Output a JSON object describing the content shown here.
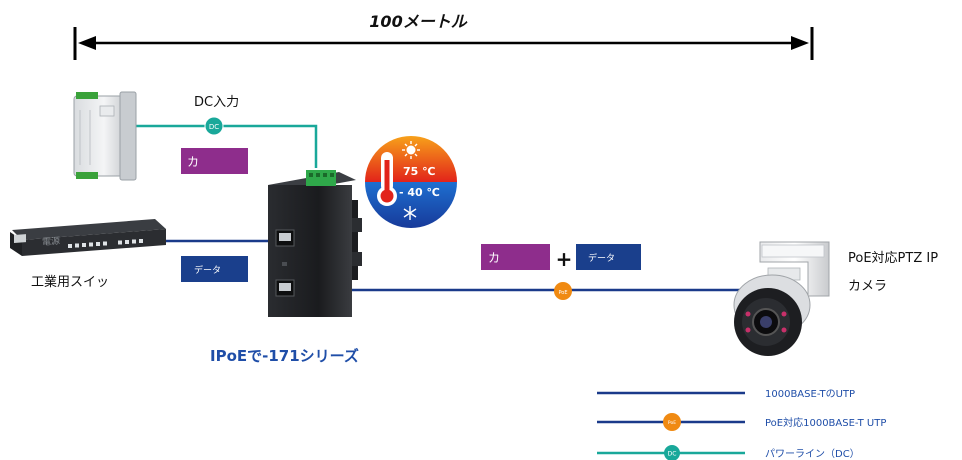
{
  "distance": {
    "label": "100メートル"
  },
  "power_supply": {
    "input_label": "DC入力",
    "badge": "DC",
    "power_tag": "カ"
  },
  "switch": {
    "label": "工業用スイッ",
    "brand_text": "電源",
    "data_tag": "データ"
  },
  "injector": {
    "label": "IPoEで-171シリーズ"
  },
  "temperature": {
    "high": "75 ℃",
    "low": "- 40 ℃"
  },
  "poe_link": {
    "power_tag": "カ",
    "plus": "+",
    "data_tag": "データ",
    "badge": "PoE"
  },
  "camera": {
    "label_line1": "PoE対応PTZ IP",
    "label_line2": "カメラ"
  },
  "legend": {
    "items": [
      {
        "label": "1000BASE-TのUTP",
        "marker": ""
      },
      {
        "label": "PoE対応1000BASE-T UTP",
        "marker": "PoE"
      },
      {
        "label": "パワーライン（DC）",
        "marker": "DC"
      }
    ]
  },
  "colors": {
    "utp_line": "#1a3a8a",
    "dc_line": "#19a89a",
    "poe_marker": "#f08a12",
    "power_tag": "#8e2d8c",
    "data_tag": "#1a3f8c",
    "hot": "#e2231a",
    "cold": "#1a5fc0"
  }
}
